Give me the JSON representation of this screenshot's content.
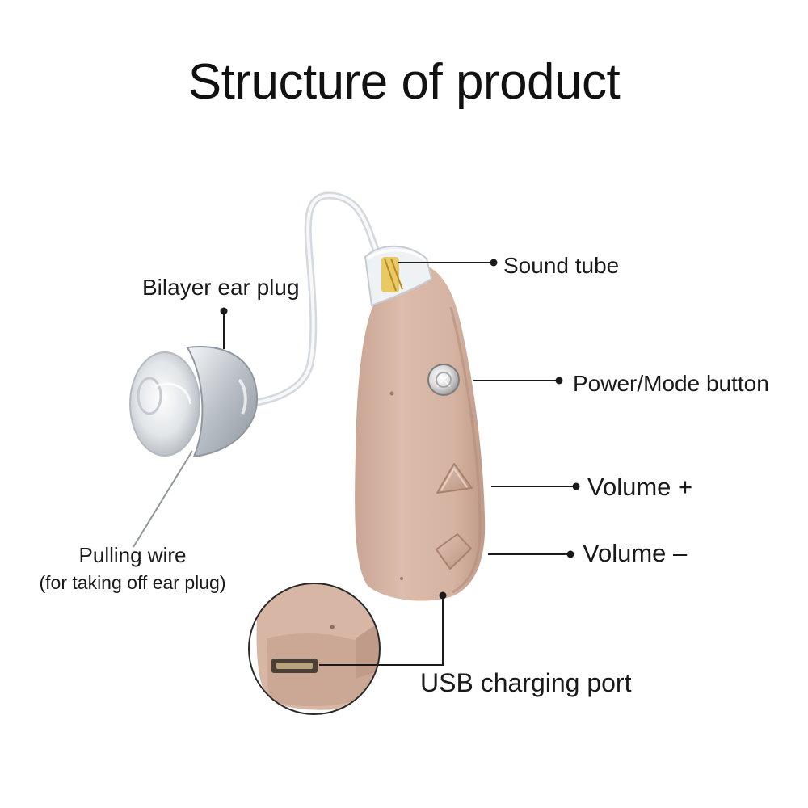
{
  "title": "Structure of product",
  "labels": {
    "sound_tube": "Sound tube",
    "bilayer_ear_plug": "Bilayer ear plug",
    "power_mode_button": "Power/Mode button",
    "volume_plus": "Volume +",
    "volume_minus": "Volume –",
    "pulling_wire": "Pulling wire",
    "pulling_wire_note": "(for taking off ear plug)",
    "usb_charging_port": "USB charging port"
  },
  "colors": {
    "body": "#d9b7a6",
    "body_shadow": "#c49f8d",
    "leader_line": "#1a1a1a",
    "tube": "#e6eaee",
    "tube_tip": "#e8c24a"
  }
}
